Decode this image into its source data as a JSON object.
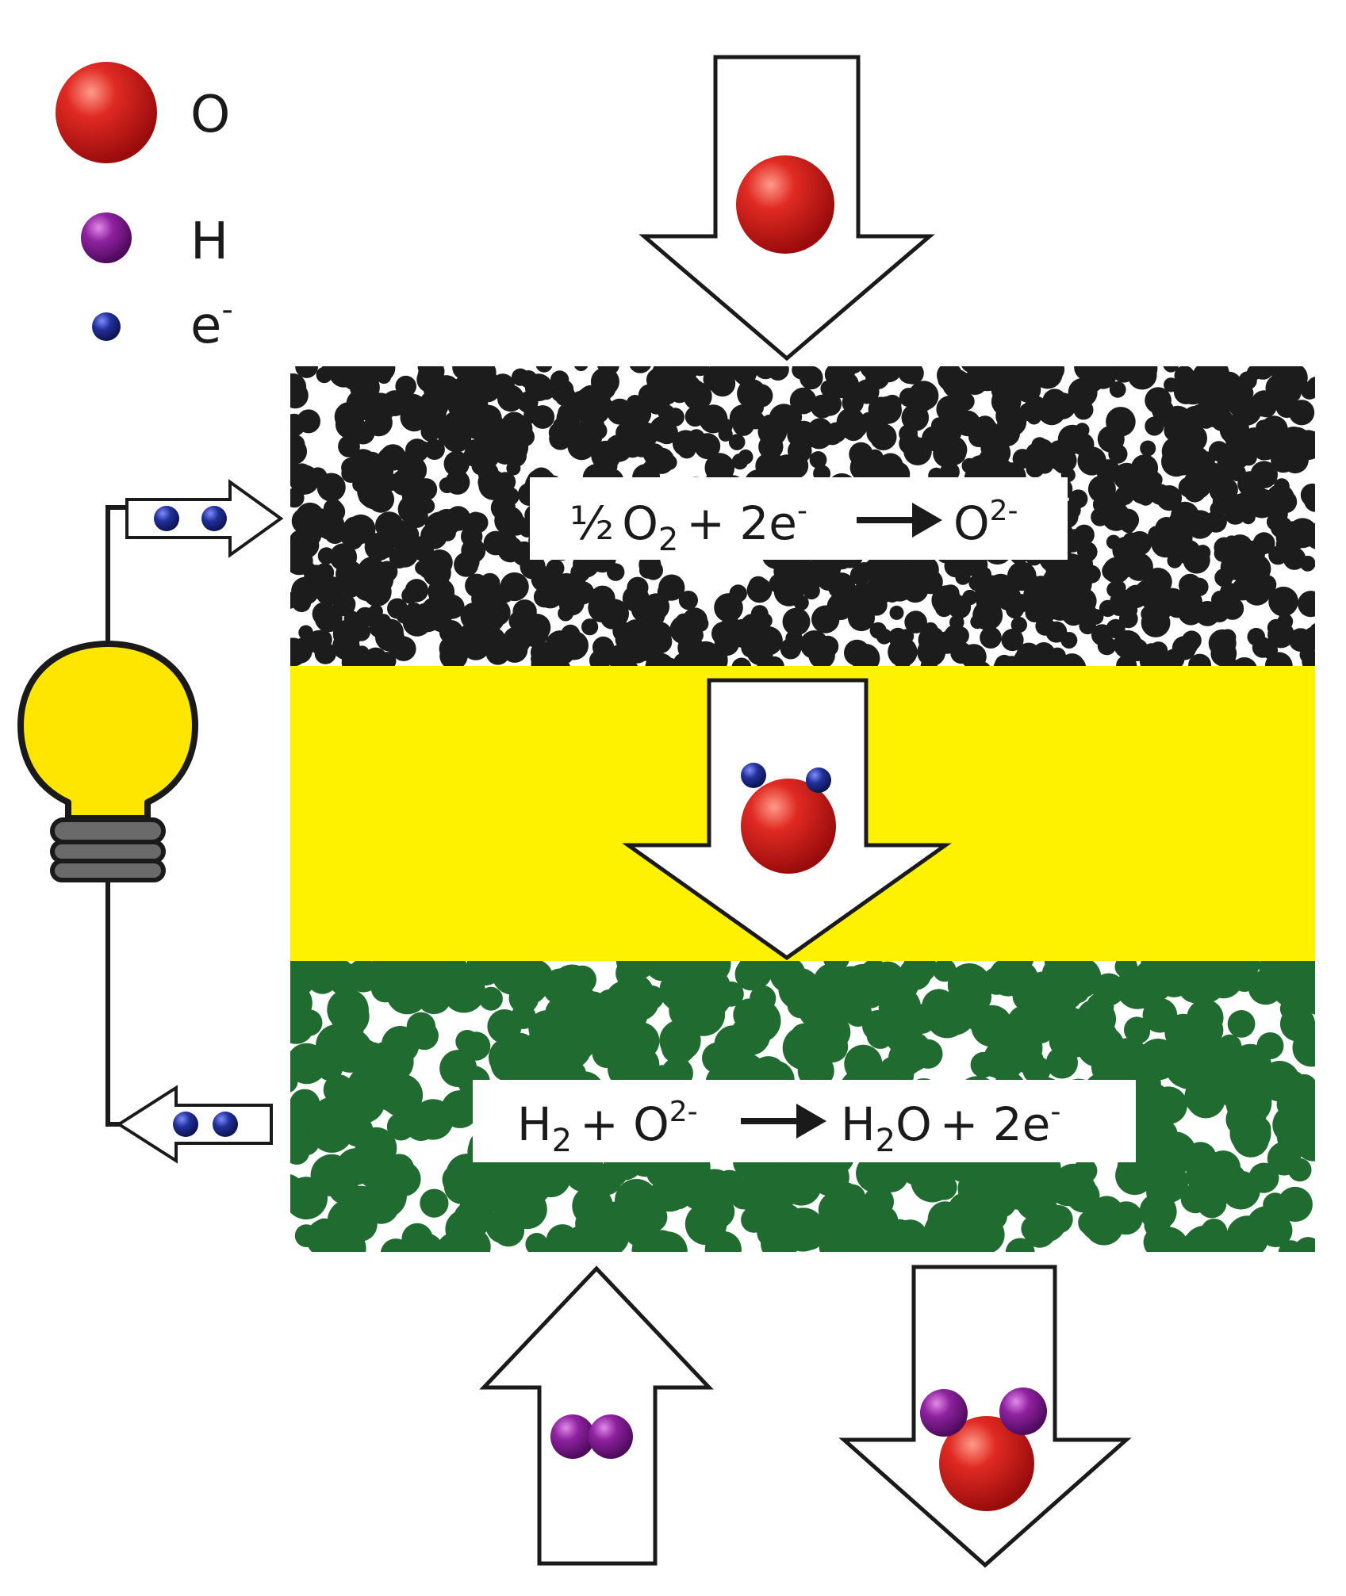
{
  "legend": {
    "oxygen": {
      "label": "O"
    },
    "hydrogen": {
      "label": "H"
    },
    "electron": {
      "label": "e",
      "sup": "-"
    }
  },
  "cathode_equation": {
    "coef": "½",
    "o": "O",
    "o_sub": "2",
    "plus_e": "+ 2e",
    "e_sup": "-",
    "product": "O",
    "product_sup": "2-"
  },
  "anode_equation": {
    "h": "H",
    "h_sub": "2",
    "plus_o": "+ O",
    "o_sup": "2-",
    "h2o_h": "H",
    "h2o_sub": "2",
    "h2o_o": "O",
    "plus_e": "+ 2e",
    "e_sup": "-"
  },
  "colors": {
    "oxygen": "#d81f1f",
    "hydrogen": "#8b1f9a",
    "electron": "#1f2a8a",
    "cathode_particles": "#1c1c1c",
    "electrolyte": "#fff200",
    "anode_particles": "#1f6b30",
    "bulb": "#ffe600"
  }
}
